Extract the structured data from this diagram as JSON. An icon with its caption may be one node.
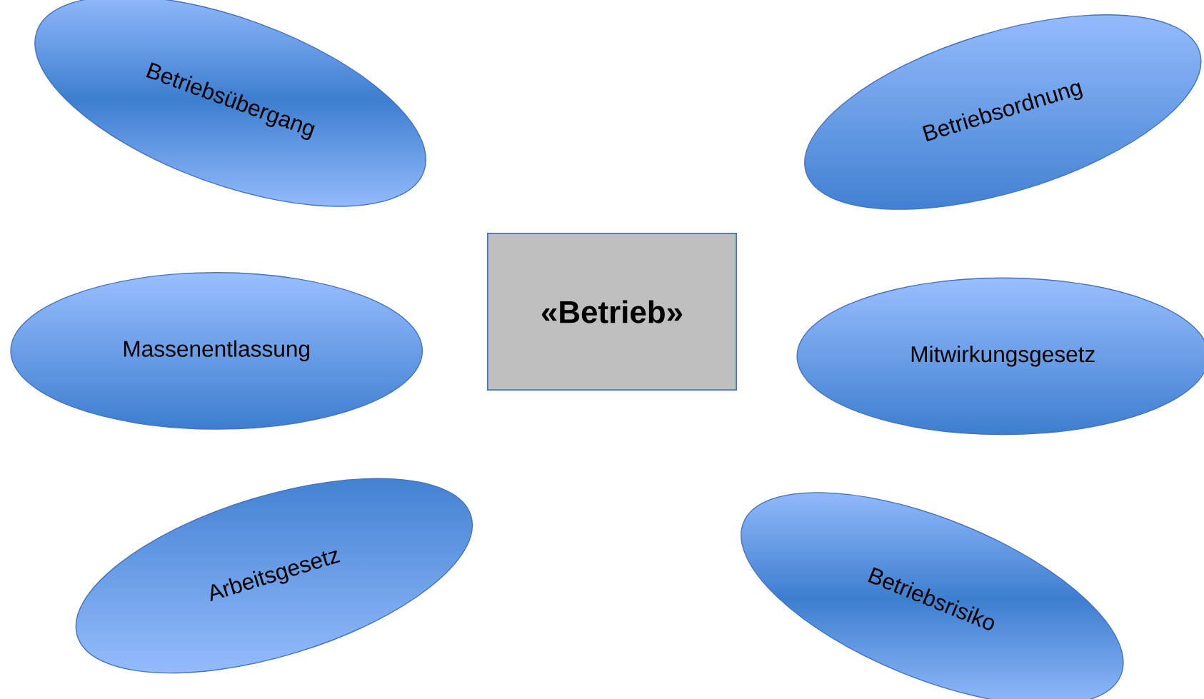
{
  "diagram": {
    "nodes": [
      {
        "text": [
          "Betriebsübergang"
        ]
      },
      {
        "text": [
          "Betriebsordnung"
        ]
      },
      {
        "text": [
          "Massenentlassung"
        ]
      },
      {
        "text": [
          "«Betrieb»"
        ]
      },
      {
        "text": [
          "Mitwirkungsgesetz"
        ]
      },
      {
        "text": [
          "Arbeitsgesetz"
        ]
      },
      {
        "text": [
          "Betriebsrisiko"
        ]
      }
    ]
  }
}
